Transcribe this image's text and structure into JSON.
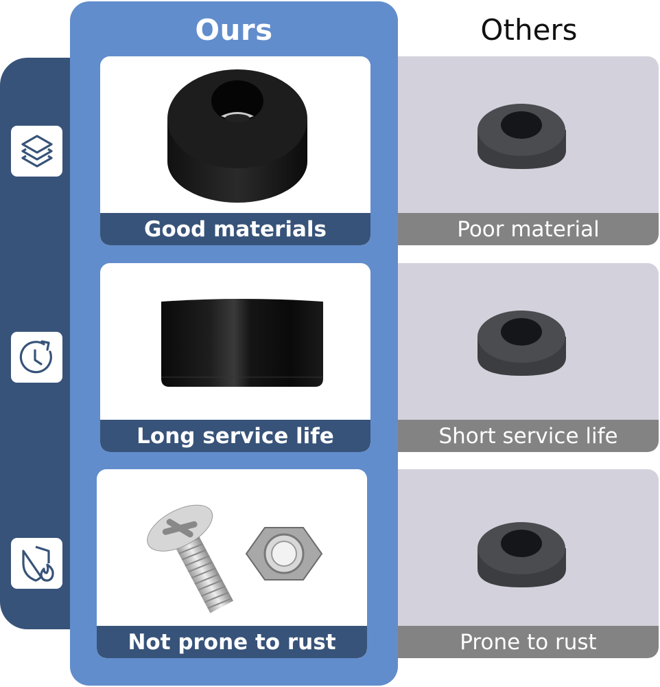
{
  "header": {
    "ours_title": "Ours",
    "others_title": "Others"
  },
  "colors": {
    "ours_panel": "#628dcc",
    "side_panel": "#375379",
    "ours_label_band": "#375379",
    "others_card": "#d3d2dc",
    "others_label_band": "#838383"
  },
  "features": [
    {
      "icon": "layers-icon",
      "ours_label": "Good materials",
      "ours_image": "black rubber foot with steel insert",
      "others_label": "Poor material",
      "others_image": "gray rubber foot"
    },
    {
      "icon": "clock-refresh-icon",
      "ours_label": "Long service life",
      "ours_image": "black rubber foot side view",
      "others_label": "Short service life",
      "others_image": "gray rubber foot"
    },
    {
      "icon": "shield-fire-icon",
      "ours_label": "Not prone to rust",
      "ours_image": "stainless screw and hex nut",
      "others_label": "Prone to rust",
      "others_image": "gray rubber foot"
    }
  ]
}
